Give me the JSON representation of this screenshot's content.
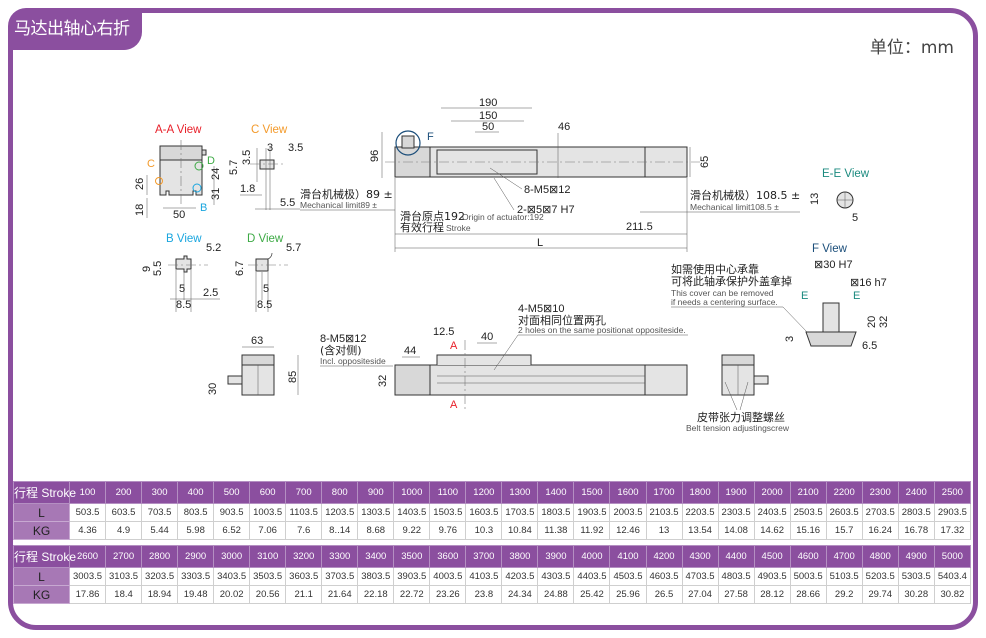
{
  "header": {
    "title": "马达出轴心右折",
    "unit": "单位：mm"
  },
  "colors": {
    "brand": "#8b4f9f",
    "label_red": "#e8202a",
    "label_orange": "#f39a2b",
    "label_green": "#3daa45",
    "label_cyan": "#1aa6df",
    "label_teal": "#1b8a7f",
    "label_navy": "#1b4e7a"
  },
  "drawing": {
    "views": {
      "aa_title": "A-A View",
      "c_title": "C View",
      "b_title": "B View",
      "d_title": "D View",
      "ee_title": "E-E View",
      "f_title": "F View"
    },
    "aa_view": {
      "dims": [
        "26",
        "18",
        "50",
        "24",
        "31"
      ],
      "markers": [
        "C",
        "D",
        "B"
      ]
    },
    "c_view": {
      "dims": [
        "3.5",
        "3",
        "3.5",
        "5.7",
        "1.8",
        "5.5"
      ]
    },
    "b_view": {
      "dims": [
        "5.2",
        "9",
        "5.5",
        "5",
        "2.5",
        "8.5"
      ]
    },
    "d_view": {
      "dims": [
        "5.7",
        "6.7",
        "5",
        "8.5"
      ]
    },
    "top_view": {
      "dims": {
        "w190": "190",
        "w150": "150",
        "w50": "50",
        "w46": "46",
        "h96": "96",
        "h65": "65",
        "d211": "211.5",
        "L": "L"
      },
      "marker_f": "F",
      "note_m5": "8-M5⊠12",
      "note_pin": "2-⊠5⊠7 H7",
      "mech_left_cn": "滑台机械极）89 ±",
      "mech_left_en": "Mechanical limit89 ±",
      "mech_right_cn": "滑台机械极）108.5 ±",
      "mech_right_en": "Mechanical limit108.5 ±",
      "origin_cn": "滑台原点192",
      "origin_en": "Origin of actuator:192",
      "stroke_cn": "有效行程",
      "stroke_en": "Stroke"
    },
    "ee_view": {
      "dims": [
        "13",
        "5"
      ]
    },
    "f_view": {
      "dims": [
        "⊠30 H7",
        "⊠16 h7",
        "20",
        "32",
        "3",
        "6.5"
      ],
      "marker_e": "E",
      "note_cn1": "如需使用中心承靠",
      "note_cn2": "可将此轴承保护外盖拿掉",
      "note_en1": "This cover can be removed",
      "note_en2": "if needs a centering surface."
    },
    "end_view": {
      "dims": [
        "63",
        "85",
        "30"
      ]
    },
    "side_view": {
      "dims": [
        "44",
        "32",
        "12.5",
        "40"
      ],
      "note_left1": "8-M5⊠12",
      "note_left2": "(含对侧)",
      "note_left_en": "Incl. oppositeside",
      "note_top1": "4-M5⊠10",
      "note_top2": "对面相同位置两孔",
      "note_top_en": "2 holes on the same positionat oppositeside.",
      "section_mark": "A"
    },
    "belt_note": {
      "cn": "皮带张力调整螺丝",
      "en": "Belt tension adjustingscrew"
    }
  },
  "tables": [
    {
      "header_label": "行程 Stroke",
      "strokes": [
        "100",
        "200",
        "300",
        "400",
        "500",
        "600",
        "700",
        "800",
        "900",
        "1000",
        "1100",
        "1200",
        "1300",
        "1400",
        "1500",
        "1600",
        "1700",
        "1800",
        "1900",
        "2000",
        "2100",
        "2200",
        "2300",
        "2400",
        "2500"
      ],
      "rows": [
        {
          "label": "L",
          "values": [
            "503.5",
            "603.5",
            "703.5",
            "803.5",
            "903.5",
            "1003.5",
            "1103.5",
            "1203.5",
            "1303.5",
            "1403.5",
            "1503.5",
            "1603.5",
            "1703.5",
            "1803.5",
            "1903.5",
            "2003.5",
            "2103.5",
            "2203.5",
            "2303.5",
            "2403.5",
            "2503.5",
            "2603.5",
            "2703.5",
            "2803.5",
            "2903.5"
          ]
        },
        {
          "label": "KG",
          "values": [
            "4.36",
            "4.9",
            "5.44",
            "5.98",
            "6.52",
            "7.06",
            "7.6",
            "8..14",
            "8.68",
            "9.22",
            "9.76",
            "10.3",
            "10.84",
            "11.38",
            "11.92",
            "12.46",
            "13",
            "13.54",
            "14.08",
            "14.62",
            "15.16",
            "15.7",
            "16.24",
            "16.78",
            "17.32"
          ]
        }
      ]
    },
    {
      "header_label": "行程 Stroke",
      "strokes": [
        "2600",
        "2700",
        "2800",
        "2900",
        "3000",
        "3100",
        "3200",
        "3300",
        "3400",
        "3500",
        "3600",
        "3700",
        "3800",
        "3900",
        "4000",
        "4100",
        "4200",
        "4300",
        "4400",
        "4500",
        "4600",
        "4700",
        "4800",
        "4900",
        "5000"
      ],
      "rows": [
        {
          "label": "L",
          "values": [
            "3003.5",
            "3103.5",
            "3203.5",
            "3303.5",
            "3403.5",
            "3503.5",
            "3603.5",
            "3703.5",
            "3803.5",
            "3903.5",
            "4003.5",
            "4103.5",
            "4203.5",
            "4303.5",
            "4403.5",
            "4503.5",
            "4603.5",
            "4703.5",
            "4803.5",
            "4903.5",
            "5003.5",
            "5103.5",
            "5203.5",
            "5303.5",
            "5403.4"
          ]
        },
        {
          "label": "KG",
          "values": [
            "17.86",
            "18.4",
            "18.94",
            "19.48",
            "20.02",
            "20.56",
            "21.1",
            "21.64",
            "22.18",
            "22.72",
            "23.26",
            "23.8",
            "24.34",
            "24.88",
            "25.42",
            "25.96",
            "26.5",
            "27.04",
            "27.58",
            "28.12",
            "28.66",
            "29.2",
            "29.74",
            "30.28",
            "30.82"
          ]
        }
      ]
    }
  ]
}
